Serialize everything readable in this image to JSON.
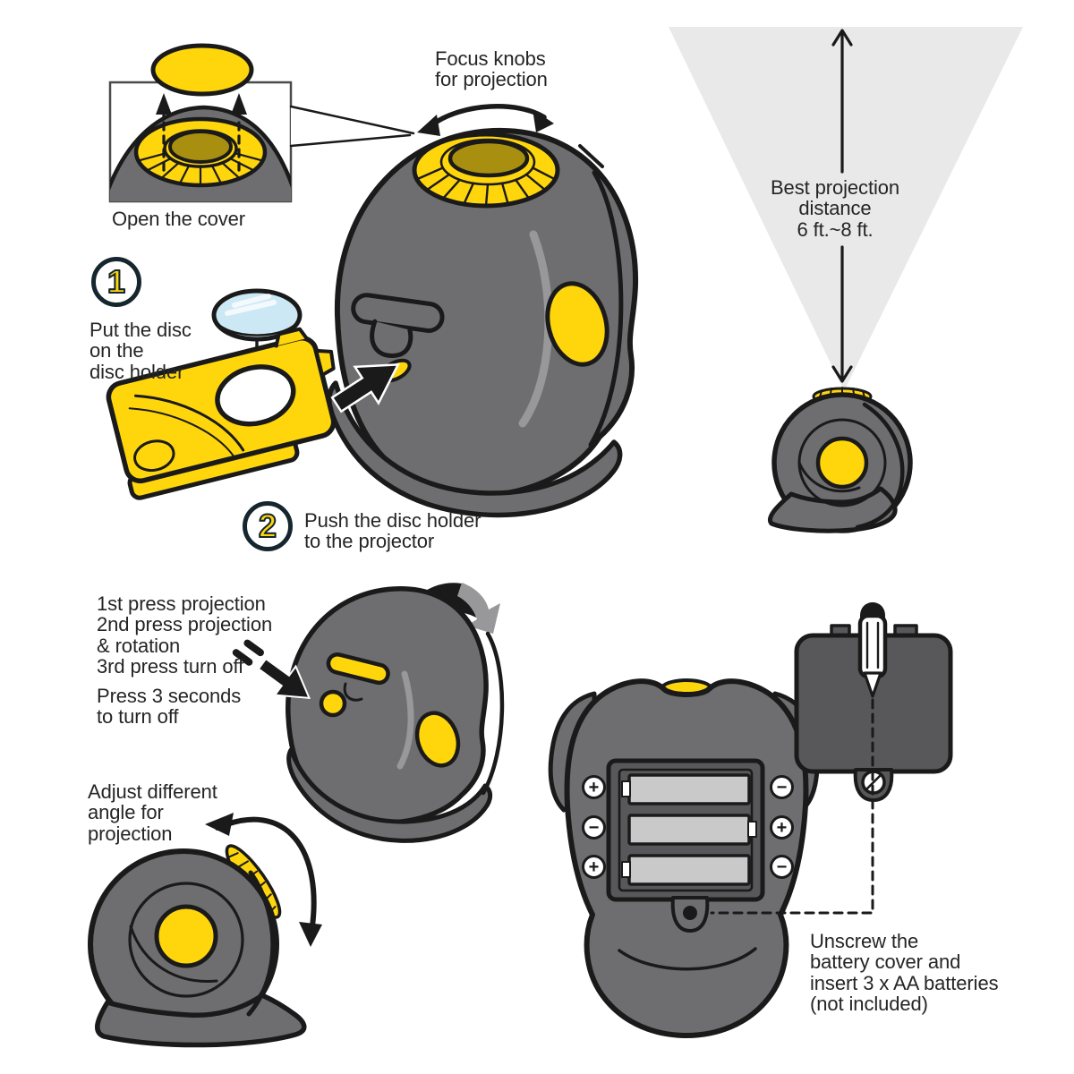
{
  "title": "Disc projector instruction diagram",
  "colors": {
    "yellow": "#FFD60C",
    "yellow_dark": "#A98F10",
    "body_gray": "#6E6E70",
    "dark_gray": "#58585A",
    "outline": "#1A1A1A",
    "cone_gray": "#E9E9E9",
    "disc_blue": "#CDE8F5",
    "battery_gray": "#C9C9C9",
    "highlight": "#98989B",
    "badge_ring": "#16262E",
    "text": "#252525"
  },
  "labels": {
    "open_cover": "Open the cover",
    "focus_knobs": "Focus knobs\nfor projection",
    "projection_distance": "Best projection\ndistance\n6 ft.~8 ft.",
    "step1": "Put the disc\non the\ndisc holder",
    "step2": "Push the disc holder\nto the projector",
    "press_sequence": "1st press projection\n2nd press projection\n& rotation\n3rd press turn off",
    "press_hold": "Press 3 seconds\nto turn off",
    "adjust_angle": "Adjust different\nangle for\nprojection",
    "battery": "Unscrew the\nbattery cover and\ninsert 3 x AA batteries\n(not included)"
  },
  "badges": [
    {
      "number": "1"
    },
    {
      "number": "2"
    }
  ],
  "polarity": {
    "left": [
      "+",
      "−",
      "+"
    ],
    "right": [
      "−",
      "+",
      "−"
    ]
  },
  "icons": {
    "focus_rotate_arrow": "curved double-headed arrow",
    "lift_arrows": "dashed up arrows",
    "distance_arrow": "vertical double-headed arrow",
    "insert_arrow": "black push arrow with speed chevrons",
    "press_arrow": "black push arrow with speed chevrons",
    "rotation_ribbon": "film-strip rotation arrow",
    "angle_arrow": "curved double-headed arrow",
    "screwdriver": "screwdriver",
    "drop_arrow": "dashed down arrow"
  }
}
